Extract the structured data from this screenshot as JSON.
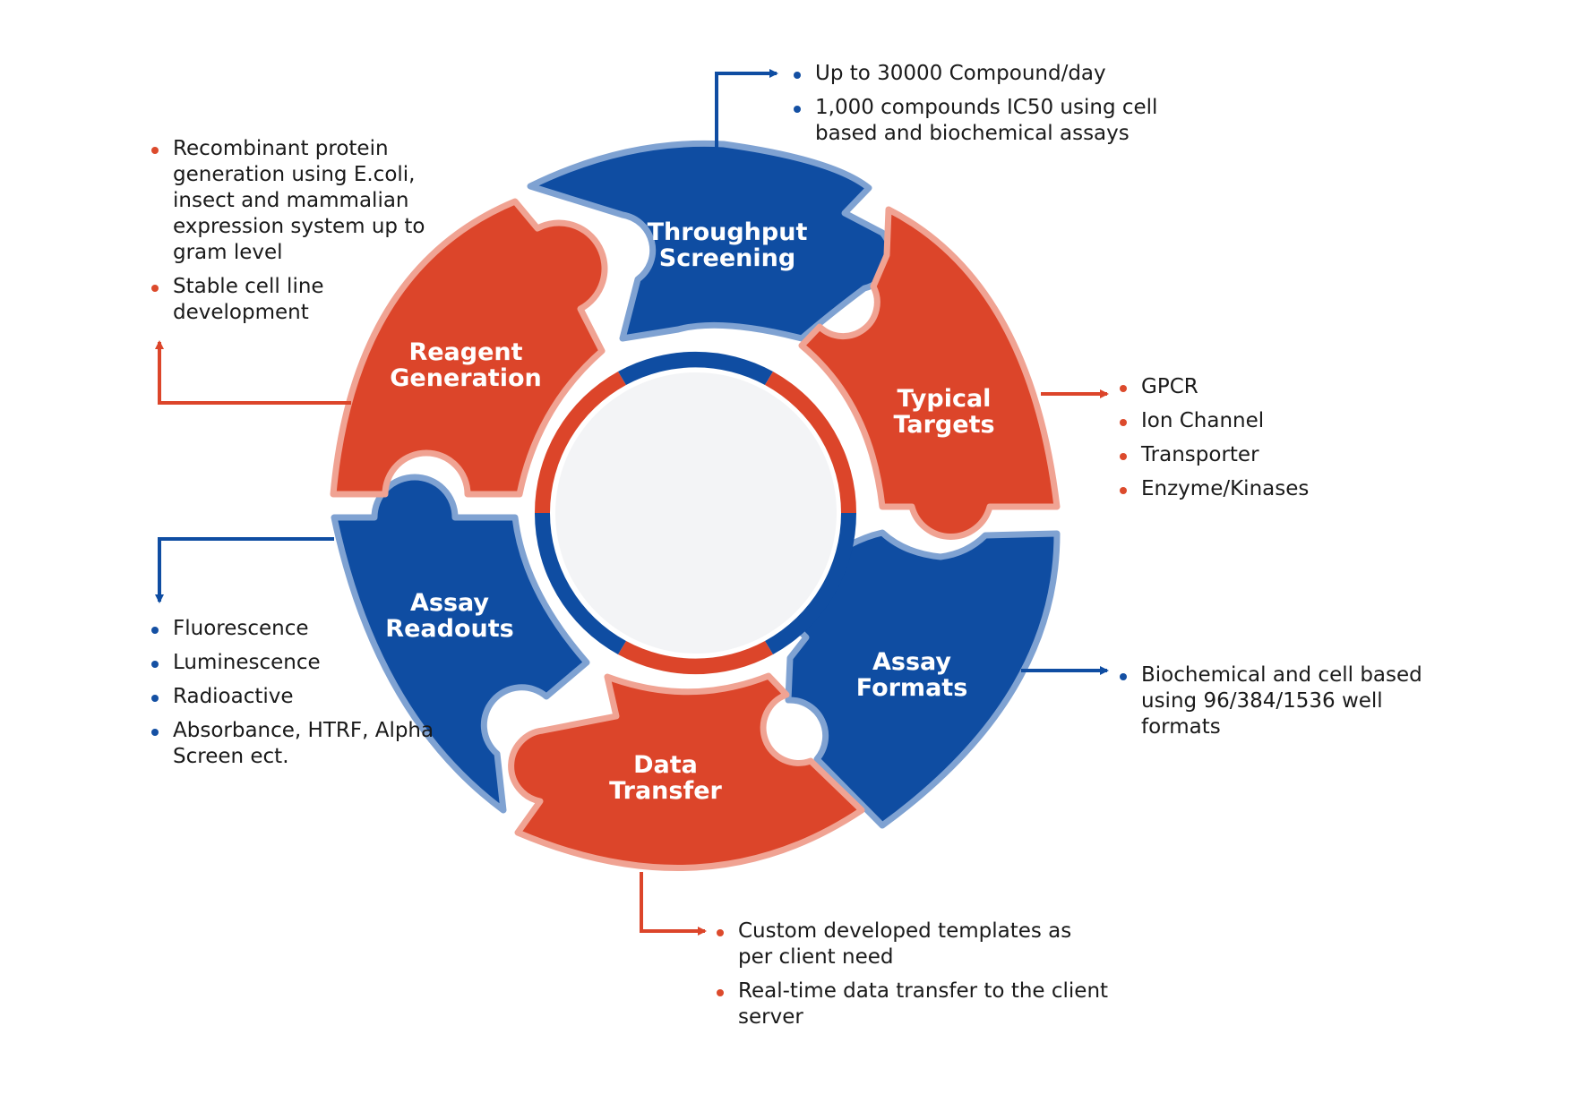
{
  "colors": {
    "blue": "#0f4da2",
    "blue_border": "#7fa2d2",
    "red": "#dc452a",
    "red_border": "#f0a393",
    "center": "#f3f4f6"
  },
  "segments": {
    "throughput": {
      "line1": "Throughput",
      "line2": "Screening",
      "color": "blue"
    },
    "targets": {
      "line1": "Typical",
      "line2": "Targets",
      "color": "red"
    },
    "formats": {
      "line1": "Assay",
      "line2": "Formats",
      "color": "blue"
    },
    "transfer": {
      "line1": "Data",
      "line2": "Transfer",
      "color": "red"
    },
    "readouts": {
      "line1": "Assay",
      "line2": "Readouts",
      "color": "blue"
    },
    "reagent": {
      "line1": "Reagent",
      "line2": "Generation",
      "color": "red"
    }
  },
  "notes": {
    "throughput": [
      "Up to 30000 Compound/day",
      "1,000 compounds IC50 using cell based and biochemical assays"
    ],
    "targets": [
      "GPCR",
      "Ion Channel",
      "Transporter",
      "Enzyme/Kinases"
    ],
    "formats": [
      "Biochemical and cell based using 96/384/1536 well formats"
    ],
    "transfer": [
      "Custom developed templates as per client need",
      "Real-time data transfer to the client server"
    ],
    "readouts": [
      "Fluorescence",
      "Luminescence",
      "Radioactive",
      "Absorbance, HTRF, Alpha Screen ect."
    ],
    "reagent": [
      "Recombinant protein generation using E.coli, insect and mammalian expression system up to gram level",
      "Stable cell line development"
    ]
  }
}
